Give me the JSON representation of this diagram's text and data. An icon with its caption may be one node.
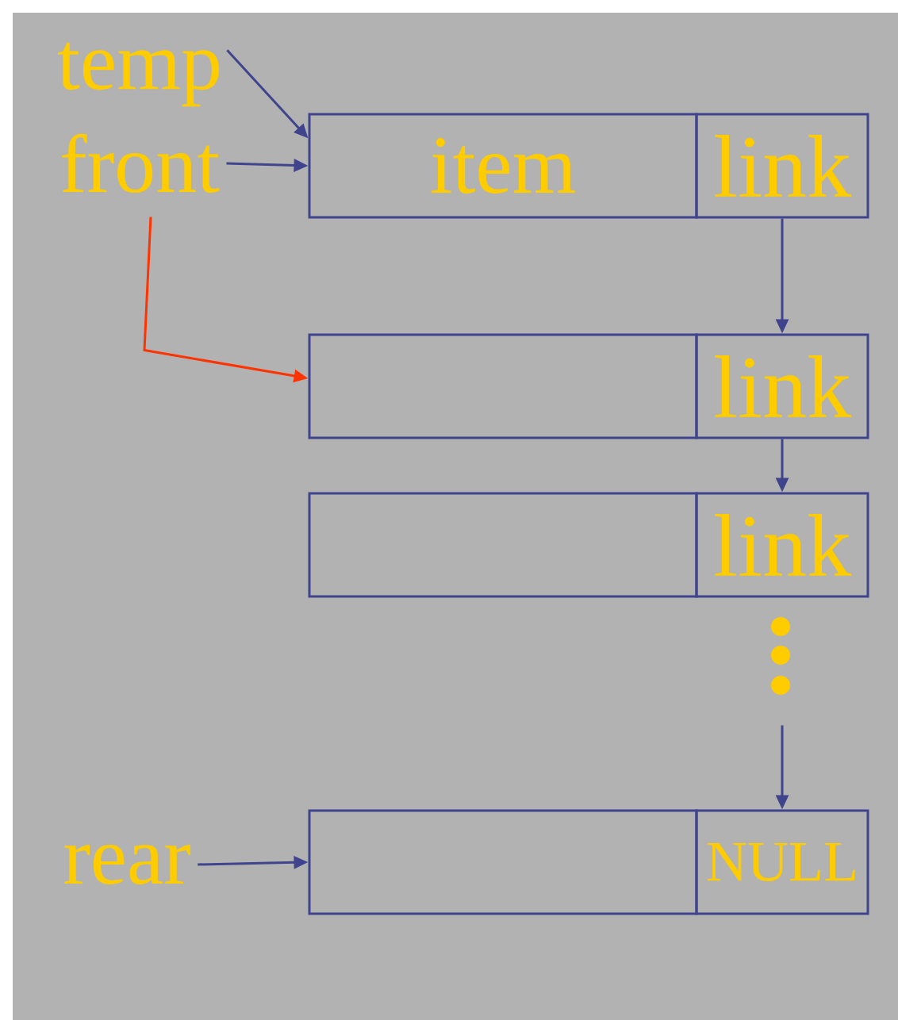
{
  "diagram": {
    "nodes": [
      {
        "text": [
          "temp"
        ]
      },
      {
        "text": [
          "front"
        ]
      },
      {
        "text": [
          "item"
        ]
      },
      {
        "text": [
          "link"
        ]
      },
      {
        "text": [],
        "shape": "box"
      },
      {
        "text": [
          "link"
        ]
      },
      {
        "text": [],
        "shape": "box"
      },
      {
        "text": [
          "link"
        ]
      },
      {
        "text": [
          "rear"
        ]
      },
      {
        "text": [],
        "shape": "box"
      },
      {
        "text": [
          "NULL"
        ]
      }
    ],
    "edges": [
      {
        "from": 0,
        "to": 2,
        "arrow": "to"
      },
      {
        "from": 1,
        "to": 2,
        "arrow": "to"
      },
      {
        "from": 1,
        "to": 4,
        "arrow": "to",
        "color": "#ff3300"
      },
      {
        "from": 3,
        "to": 5,
        "arrow": "to"
      },
      {
        "from": 5,
        "to": 7,
        "arrow": "to"
      },
      {
        "from": null,
        "to": 10,
        "arrow": "to"
      },
      {
        "from": 8,
        "to": 9,
        "arrow": "to"
      }
    ]
  }
}
